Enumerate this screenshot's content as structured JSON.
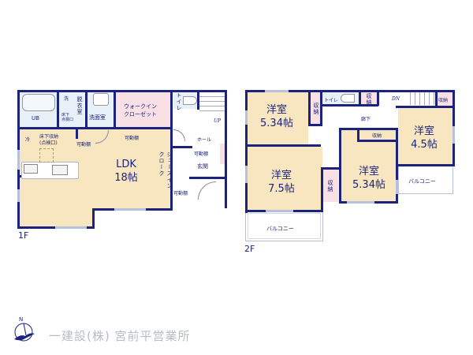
{
  "floor1": {
    "label": "1F",
    "rooms": {
      "ub": "UB",
      "wash_small": "洗",
      "underfloor_small": "床下\n点検口",
      "dressing": "脱衣室",
      "washroom": "洗面室",
      "walkin_closet": "ウォークイン\nクローゼット",
      "toilet": "トイレ",
      "fridge": "冷",
      "underfloor_storage": "床下収納\n(点検口)",
      "movable_shelf_1": "可動棚",
      "movable_shelf_2": "可動棚",
      "ldk_name": "LDK",
      "ldk_size": "18帖",
      "shoes_in_cloak": "シューズイン\nクローク",
      "hall": "ホール",
      "movable_shelf_3": "可動棚",
      "entrance": "玄関",
      "movable_shelf_4": "可動棚",
      "stairs": "UP"
    }
  },
  "floor2": {
    "label": "2F",
    "rooms": {
      "room_a_name": "洋室",
      "room_a_size": "5.34帖",
      "storage_a": "収納",
      "toilet": "トイレ",
      "storage_b": "収納",
      "stairs": "DN",
      "storage_c": "収納",
      "corridor": "廊下",
      "room_b_name": "洋室",
      "room_b_size": "4.5帖",
      "storage_d": "収納",
      "room_c_name": "洋室",
      "room_c_size": "7.5帖",
      "storage_e": "収納",
      "room_d_name": "洋室",
      "room_d_size": "5.34帖",
      "balcony_right": "バルコニー",
      "balcony_bottom": "バルコニー"
    }
  },
  "footer": {
    "company": "一建設(株) 宮前平営業所",
    "compass_letter": "N"
  },
  "colors": {
    "wall": "#1c237e",
    "living": "#f7e6bf",
    "wet": "#e8f0f8",
    "closet": "#f8e0e4",
    "text": "#1c237e",
    "company_text": "#b8bcc8"
  }
}
